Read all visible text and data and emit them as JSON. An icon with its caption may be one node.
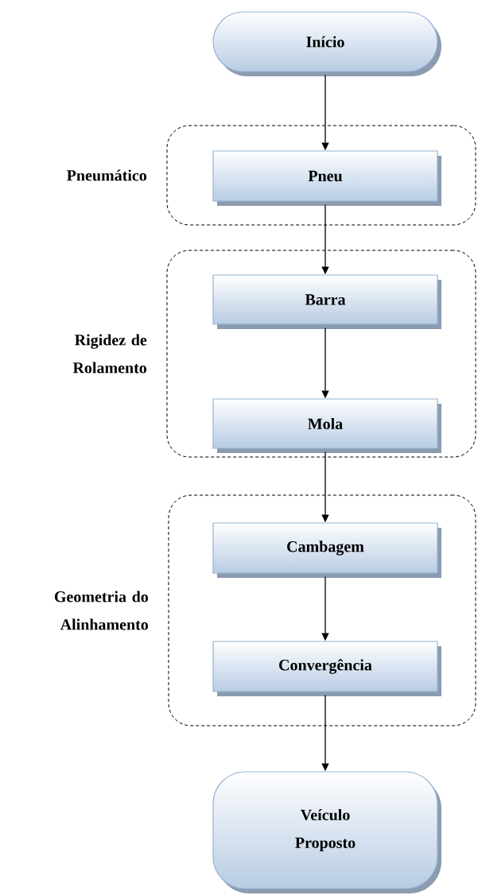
{
  "diagram": {
    "nodes": [
      {
        "text": [
          "Início"
        ]
      },
      {
        "text": [
          "Pneumático"
        ]
      },
      {
        "text": [
          "Pneu"
        ],
        "in": 1
      },
      {
        "text": [
          "Rigidez de Rolamento"
        ]
      },
      {
        "text": [
          "Barra"
        ],
        "in": 3
      },
      {
        "text": [
          "Mola"
        ],
        "in": 3
      },
      {
        "text": [
          "Geometria do Alinhamento"
        ]
      },
      {
        "text": [
          "Cambagem"
        ],
        "in": 6
      },
      {
        "text": [
          "Convergência"
        ],
        "in": 6
      },
      {
        "text": [
          "Veículo Proposto"
        ]
      }
    ],
    "edges": [
      {
        "from": 0,
        "to": 2,
        "arrow": "to"
      },
      {
        "from": 2,
        "to": 4,
        "arrow": "to"
      },
      {
        "from": 4,
        "to": 5,
        "arrow": "to"
      },
      {
        "from": 5,
        "to": 7,
        "arrow": "to"
      },
      {
        "from": 7,
        "to": 8,
        "arrow": "to"
      },
      {
        "from": 8,
        "to": 9,
        "arrow": "to"
      }
    ]
  }
}
